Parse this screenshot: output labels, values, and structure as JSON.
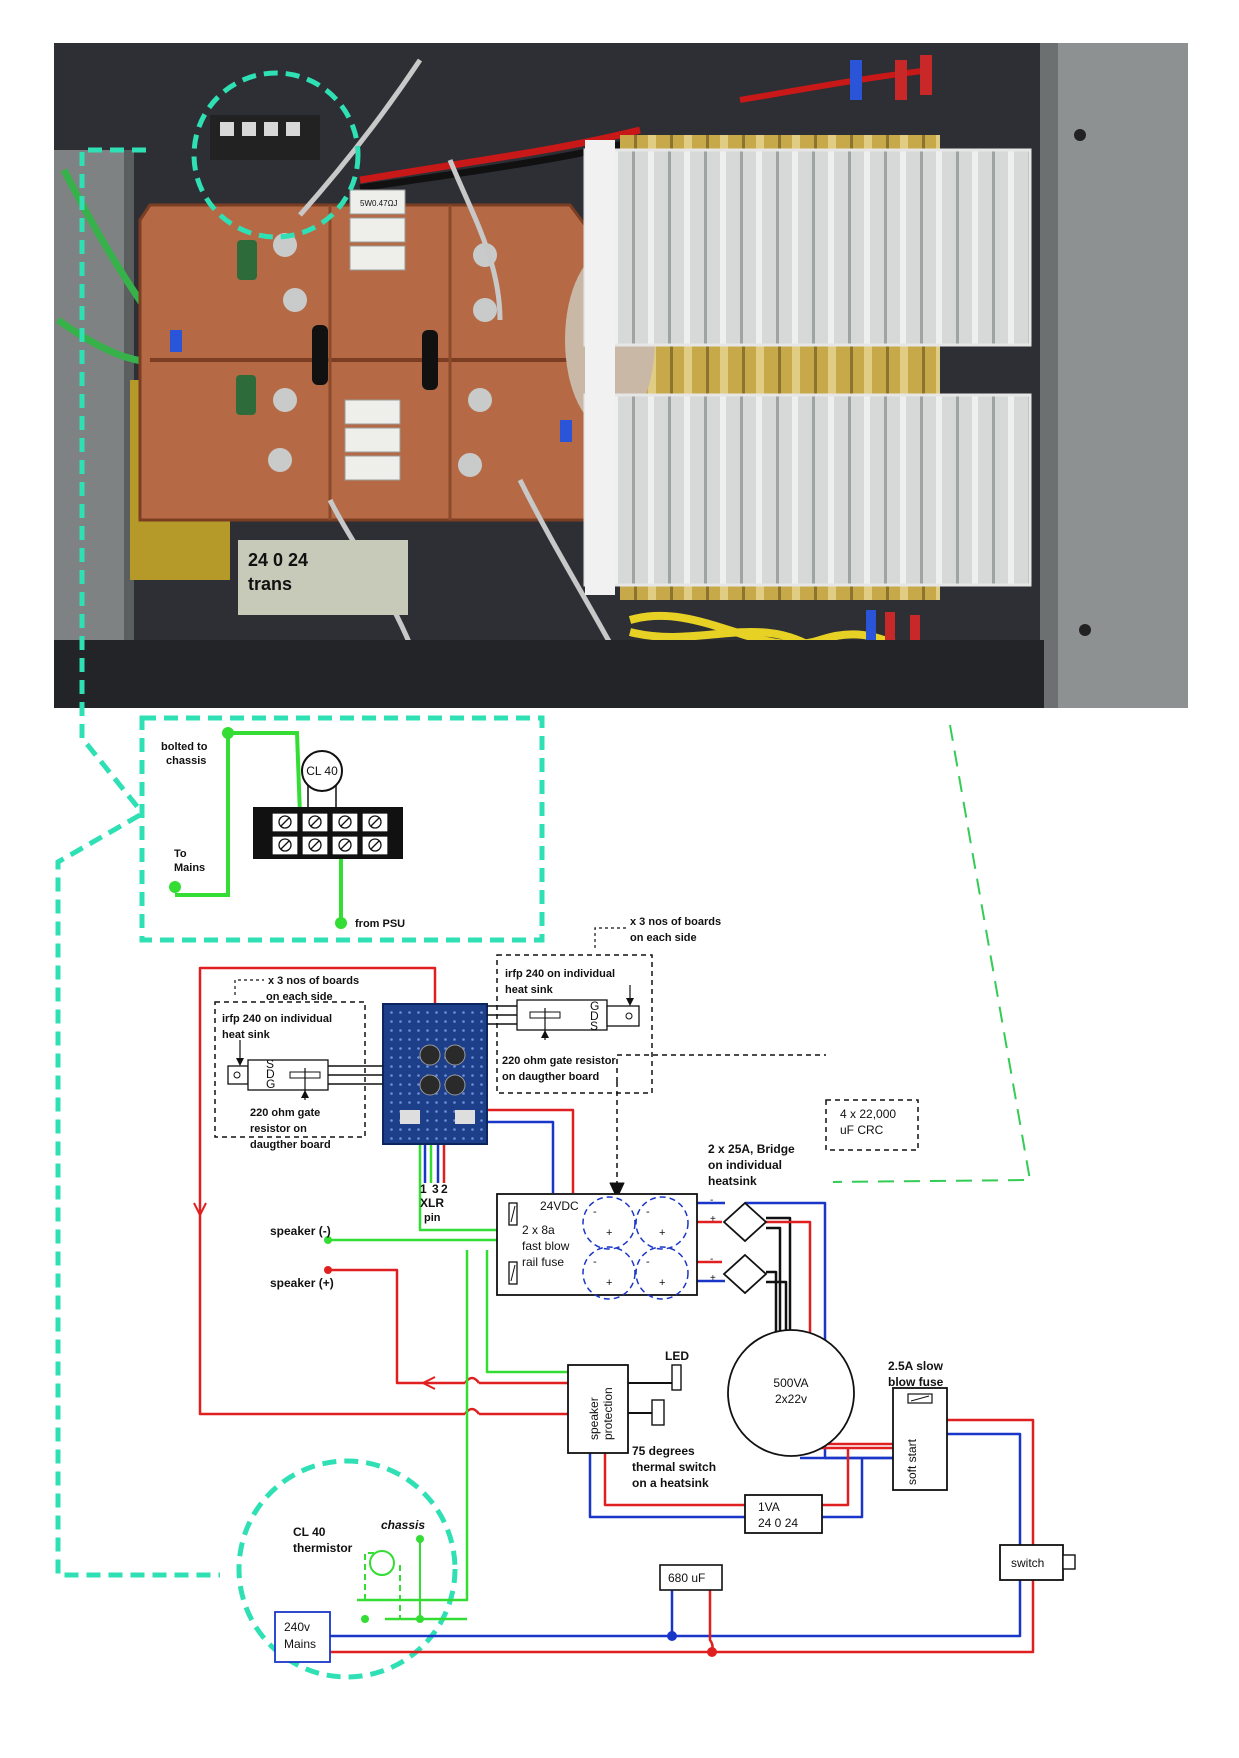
{
  "photo": {
    "transformer_label": [
      "24 0 24",
      "trans"
    ],
    "resistor_marking": "5W0.47ΩJ"
  },
  "terminal_detail": {
    "bolted_label": [
      "bolted to",
      "chassis"
    ],
    "thermistor_label": "CL 40",
    "mains_label": [
      "To",
      "Mains"
    ],
    "psu_label": "from PSU"
  },
  "left_board": {
    "count_note": [
      "x 3 nos of boards",
      "on each side"
    ],
    "mosfet_note": [
      "irfp 240 on individual",
      "heat sink"
    ],
    "pins": [
      "S",
      "D",
      "G"
    ],
    "resistor_note": [
      "220 ohm gate",
      "resistor on",
      "daugther board"
    ]
  },
  "right_board": {
    "count_note": [
      "x 3 nos of boards",
      "on each side"
    ],
    "mosfet_note": [
      "irfp 240 on individual",
      "heat sink"
    ],
    "pins": [
      "G",
      "D",
      "S"
    ],
    "resistor_note": [
      "220 ohm gate resistor",
      "on daugther board"
    ]
  },
  "xlr": {
    "pins": [
      "1",
      "3",
      "2"
    ],
    "label": [
      "XLR",
      "pin"
    ]
  },
  "caps_note": [
    "4 x 22,000",
    "uF CRC"
  ],
  "bridge_note": [
    "2 x 25A, Bridge",
    "on individual",
    "heatsink"
  ],
  "psu_board": {
    "voltage": "24VDC",
    "fuse_note": [
      "2 x 8a",
      "fast blow",
      "rail fuse"
    ]
  },
  "speaker_neg": "speaker (-)",
  "speaker_pos": "speaker (+)",
  "led": "LED",
  "protection_label": [
    "speaker",
    "protection"
  ],
  "thermal_note": [
    "75 degrees",
    "thermal switch",
    "on a heatsink"
  ],
  "toroid": [
    "500VA",
    "2x22v"
  ],
  "slow_fuse": [
    "2.5A slow",
    "blow fuse"
  ],
  "soft_start": "soft start",
  "small_trans": [
    "1VA",
    "24 0 24"
  ],
  "switch_label": "switch",
  "cap_680": "680 uF",
  "mains_detail": {
    "thermistor": [
      "CL 40",
      "thermistor"
    ],
    "chassis": "chassis",
    "mains": [
      "240v",
      "Mains"
    ]
  },
  "colors": {
    "accent_dash": "#2fe0b5",
    "wire_red": "#e02020",
    "wire_blue": "#1a36c8",
    "wire_green": "#33dd33",
    "wire_black": "#111111"
  }
}
